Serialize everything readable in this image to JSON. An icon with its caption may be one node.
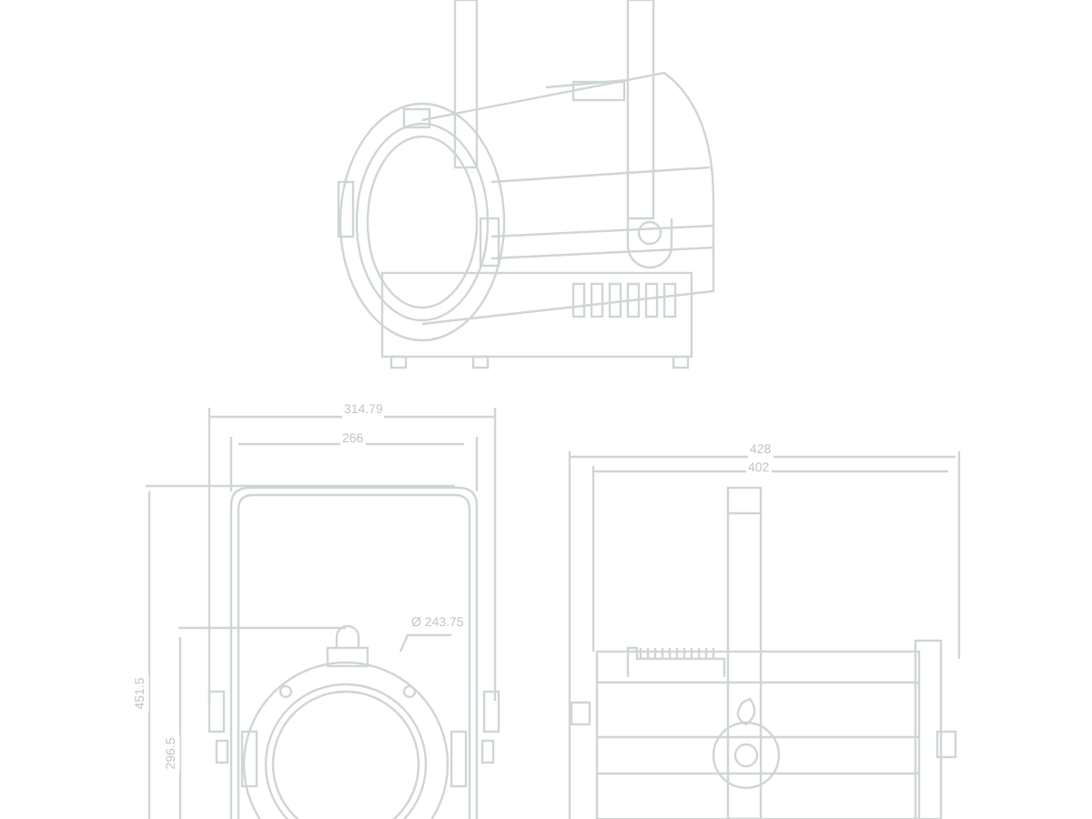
{
  "diagram": {
    "labels": [
      "314.79",
      "266",
      "Ø 243.75",
      "451.5",
      "296.5",
      "428",
      "402"
    ]
  }
}
